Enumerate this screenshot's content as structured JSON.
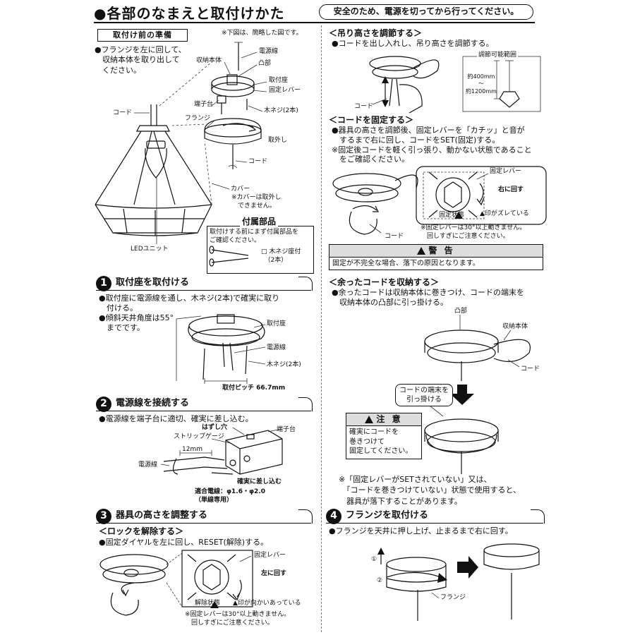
{
  "header": {
    "title": "●各部のなまえと取付けかた",
    "safety_note": "安全のため、電源を切ってから行ってください。"
  },
  "prep": {
    "box_label": "取付け前の準備",
    "note_simplified": "※下図は、簡略した図です。",
    "instruction": "●フランジを左に回して、\n　収納本体を取り出して\n　ください。",
    "labels": {
      "denden": "電源線",
      "storage_body": "収納本体",
      "totsubu": "凸部",
      "mount_base": "取付座",
      "fix_lever": "固定レバー",
      "terminal": "端子台",
      "wood_screw": "木ネジ(2本)",
      "flange": "フランジ",
      "remove": "取外し",
      "cord_top": "コード",
      "cord_mid": "コード",
      "cover": "カバー",
      "cover_note": "※カバーは取外し\n　できません。",
      "led_unit": "LEDユニット"
    }
  },
  "accessories": {
    "title": "付属部品",
    "text": "取付けする前にまず付属部品を\nご確認ください。",
    "item": "□ 木ネジ座付\n　（2本）"
  },
  "step1": {
    "num": "1",
    "title": "取付座を取付ける",
    "text1": "●取付座に電源線を通し、木ネジ(2本)で確実に取り\n　付ける。",
    "text2": "●傾斜天井角度は55°\n　までです。",
    "label_base": "取付座",
    "label_wire": "電源線",
    "label_screw": "木ネジ(2本)",
    "pitch": "取付ピッチ 66.7mm"
  },
  "step2": {
    "num": "2",
    "title": "電源線を接続する",
    "text": "●電源線を端子台に適切、確実に差し込む。",
    "label_release": "はずし穴",
    "label_strip": "ストリップゲージ",
    "label_terminal": "端子台",
    "label_12mm": "12mm",
    "label_wire": "電源線",
    "label_insert": "確実に差し込む",
    "label_spec": "適合電線：φ1.6・φ2.0\n（単線専用）"
  },
  "step3": {
    "num": "3",
    "title": "器具の高さを調整する",
    "sub": "＜ロックを解除する＞",
    "text": "●固定ダイヤルを左に回し、RESET(解除)する。",
    "label_lever": "固定レバー",
    "label_turn": "左に回す",
    "label_state": "解除状態",
    "label_mark": "▲印が向かいあっている",
    "note": "※固定レバーは30°以上動きません。\n　回しすぎにご注意ください。"
  },
  "right": {
    "height_sub": "＜吊り高さを調節する＞",
    "height_text": "●コードを出し入れし、吊り高さを調節する。",
    "range_title": "調節可能範囲",
    "range_value": "約400mm\n〜\n約1200mm",
    "label_cord": "コード",
    "fix_sub": "＜コードを固定する＞",
    "fix_text": "●器具の高さを調節後、固定レバーを「カチッ」と音が\n　するまで右に回し、コードをSET(固定)する。\n※固定後コードを軽く引っ張り、動かない状態であること\n　をご確認ください。",
    "fix_lever": "固定レバー",
    "fix_turn": "右に回す",
    "fix_state": "固定状態",
    "fix_mark": "▲印がズレている",
    "fix_note": "※固定レバーは30°以上動きません。\n　回しすぎにご注意ください。",
    "fix_cord": "コード",
    "warning_title": "警 告",
    "warning_text": "固定が不完全な場合、落下の原因となります。",
    "store_sub": "＜余ったコードを収納する＞",
    "store_text": "●余ったコードは収納本体に巻きつけ、コードの端末を\n　収納本体の凸部に引っ掛ける。",
    "store_totsubu": "凸部",
    "store_body": "収納本体",
    "store_cord": "コード",
    "hook_callout": "コードの端末を\n引っ掛ける",
    "caution_title": "注 意",
    "caution_text": "確実にコードを\n巻きつけて\n固定してください。",
    "footnote": "※「固定レバーがSETされていない」又は、\n　「コードを巻きつけていない」状態で使用すると、\n　器具が落下することがあります。"
  },
  "step4": {
    "num": "4",
    "title": "フランジを取付ける",
    "text": "●フランジを天井に押し上げ、止まるまで右に回す。",
    "label_1": "①",
    "label_2": "②",
    "label_flange": "フランジ"
  }
}
